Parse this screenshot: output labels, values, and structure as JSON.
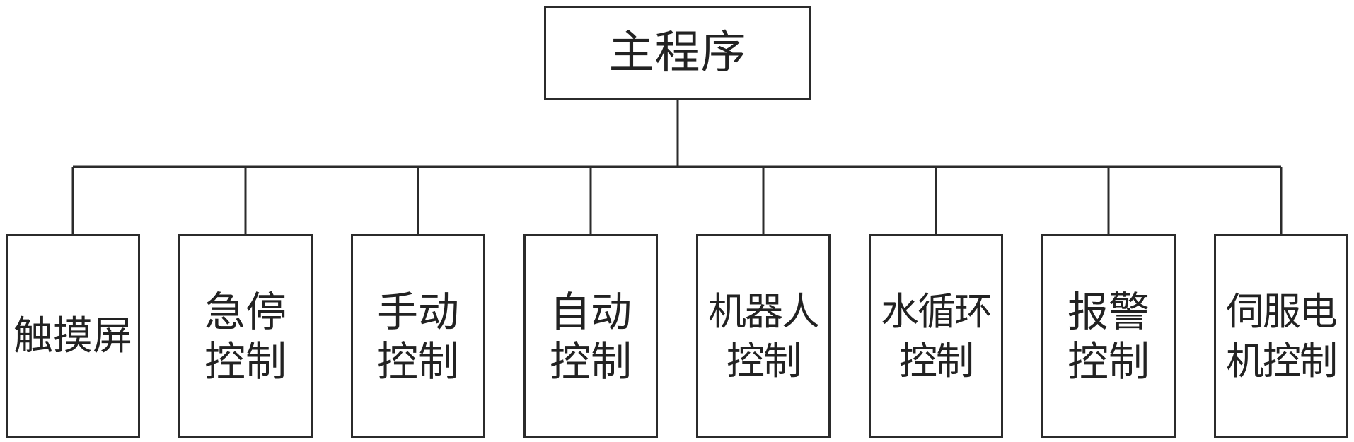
{
  "root": {
    "label": "主程序"
  },
  "children": [
    {
      "lines": [
        "触摸屏"
      ]
    },
    {
      "lines": [
        "急停",
        "控制"
      ]
    },
    {
      "lines": [
        "手动",
        "控制"
      ]
    },
    {
      "lines": [
        "自动",
        "控制"
      ]
    },
    {
      "lines": [
        "机器人",
        "控制"
      ]
    },
    {
      "lines": [
        "水循环",
        "控制"
      ]
    },
    {
      "lines": [
        "报警",
        "控制"
      ]
    },
    {
      "lines": [
        "伺服电",
        "机控制"
      ]
    }
  ],
  "colors": {
    "line": "#2b2b2b",
    "text": "#222222",
    "background": "#ffffff"
  }
}
